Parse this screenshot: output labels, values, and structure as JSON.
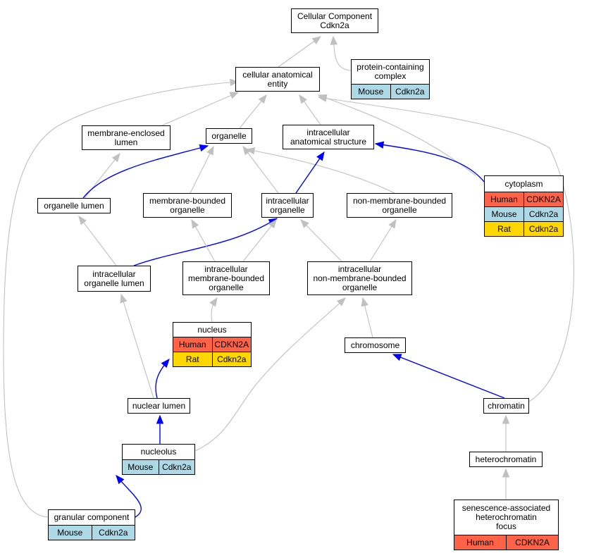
{
  "nodes": {
    "cc": {
      "label": "Cellular Component\nCdkn2a",
      "rows": []
    },
    "pcc": {
      "label": "protein-containing\ncomplex",
      "rows": [
        {
          "species": "Mouse",
          "gene": "Cdkn2a"
        }
      ]
    },
    "cae": {
      "label": "cellular anatomical\nentity",
      "rows": []
    },
    "mel": {
      "label": "membrane-enclosed\nlumen",
      "rows": []
    },
    "org": {
      "label": "organelle",
      "rows": []
    },
    "ias": {
      "label": "intracellular\nanatomical structure",
      "rows": []
    },
    "cyto": {
      "label": "cytoplasm",
      "rows": [
        {
          "species": "Human",
          "gene": "CDKN2A"
        },
        {
          "species": "Mouse",
          "gene": "Cdkn2a"
        },
        {
          "species": "Rat",
          "gene": "Cdkn2a"
        }
      ]
    },
    "orglum": {
      "label": "organelle lumen",
      "rows": []
    },
    "mbo": {
      "label": "membrane-bounded\norganelle",
      "rows": []
    },
    "io": {
      "label": "intracellular\norganelle",
      "rows": []
    },
    "nmbo": {
      "label": "non-membrane-bounded\norganelle",
      "rows": []
    },
    "iol": {
      "label": "intracellular\norganelle lumen",
      "rows": []
    },
    "imbo": {
      "label": "intracellular\nmembrane-bounded\norganelle",
      "rows": []
    },
    "inmbo": {
      "label": "intracellular\nnon-membrane-bounded\norganelle",
      "rows": []
    },
    "nucleus": {
      "label": "nucleus",
      "rows": [
        {
          "species": "Human",
          "gene": "CDKN2A"
        },
        {
          "species": "Rat",
          "gene": "Cdkn2a"
        }
      ]
    },
    "chrom": {
      "label": "chromosome",
      "rows": []
    },
    "nuclum": {
      "label": "nuclear lumen",
      "rows": []
    },
    "chromatin": {
      "label": "chromatin",
      "rows": []
    },
    "nucleolus": {
      "label": "nucleolus",
      "rows": [
        {
          "species": "Mouse",
          "gene": "Cdkn2a"
        }
      ]
    },
    "hetero": {
      "label": "heterochromatin",
      "rows": []
    },
    "gran": {
      "label": "granular component",
      "rows": [
        {
          "species": "Mouse",
          "gene": "Cdkn2a"
        }
      ]
    },
    "sahf": {
      "label": "senescence-associated\nheterochromatin\nfocus",
      "rows": [
        {
          "species": "Human",
          "gene": "CDKN2A"
        }
      ]
    }
  },
  "edges": [
    {
      "from": "cae",
      "to": "cc",
      "type": "is_a"
    },
    {
      "from": "pcc",
      "to": "cc",
      "type": "is_a"
    },
    {
      "from": "mel",
      "to": "cae",
      "type": "is_a"
    },
    {
      "from": "org",
      "to": "cae",
      "type": "is_a"
    },
    {
      "from": "ias",
      "to": "cae",
      "type": "is_a"
    },
    {
      "from": "cyto",
      "to": "cae",
      "type": "is_a"
    },
    {
      "from": "chromatin",
      "to": "cae",
      "type": "is_a"
    },
    {
      "from": "gran",
      "to": "cae",
      "type": "is_a"
    },
    {
      "from": "orglum",
      "to": "mel",
      "type": "is_a"
    },
    {
      "from": "orglum",
      "to": "org",
      "type": "part_of"
    },
    {
      "from": "mbo",
      "to": "org",
      "type": "is_a"
    },
    {
      "from": "io",
      "to": "org",
      "type": "is_a"
    },
    {
      "from": "nmbo",
      "to": "org",
      "type": "is_a"
    },
    {
      "from": "io",
      "to": "ias",
      "type": "part_of"
    },
    {
      "from": "cyto",
      "to": "ias",
      "type": "part_of"
    },
    {
      "from": "iol",
      "to": "orglum",
      "type": "is_a"
    },
    {
      "from": "iol",
      "to": "io",
      "type": "part_of"
    },
    {
      "from": "imbo",
      "to": "mbo",
      "type": "is_a"
    },
    {
      "from": "imbo",
      "to": "io",
      "type": "is_a"
    },
    {
      "from": "inmbo",
      "to": "io",
      "type": "is_a"
    },
    {
      "from": "inmbo",
      "to": "nmbo",
      "type": "is_a"
    },
    {
      "from": "nucleus",
      "to": "imbo",
      "type": "is_a"
    },
    {
      "from": "chrom",
      "to": "inmbo",
      "type": "is_a"
    },
    {
      "from": "nucleolus",
      "to": "inmbo",
      "type": "is_a"
    },
    {
      "from": "nuclum",
      "to": "iol",
      "type": "is_a"
    },
    {
      "from": "nuclum",
      "to": "nucleus",
      "type": "part_of"
    },
    {
      "from": "nucleolus",
      "to": "nuclum",
      "type": "part_of"
    },
    {
      "from": "chromatin",
      "to": "chrom",
      "type": "part_of"
    },
    {
      "from": "hetero",
      "to": "chromatin",
      "type": "is_a"
    },
    {
      "from": "sahf",
      "to": "hetero",
      "type": "is_a"
    },
    {
      "from": "gran",
      "to": "nucleolus",
      "type": "part_of"
    }
  ],
  "colors": {
    "is_a": "#c0c0c0",
    "part_of": "#0000ff",
    "Human": "#ff6347",
    "Mouse": "#add8e6",
    "Rat": "#ffd700"
  }
}
